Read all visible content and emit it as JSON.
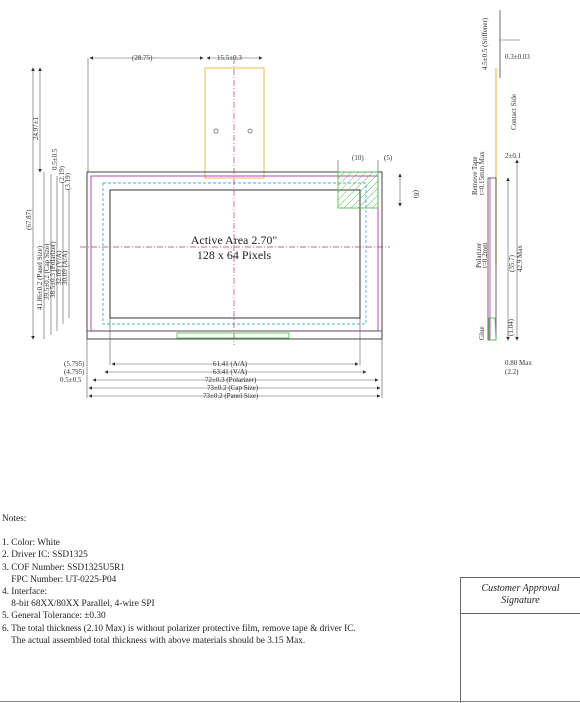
{
  "drawing": {
    "active_area_title": "Active Area 2.70\"",
    "pixels_label": "128 x 64 Pixels",
    "top_dims": {
      "offset": "(28.75)",
      "fpc_width": "15.5±0.3",
      "pad_a": "(10)",
      "pad_b": "(5)",
      "pad_side": "(8)"
    },
    "left_dims": {
      "overall_height": "(67.87)",
      "fpc_length": "24.97±1",
      "gap": "0.5±0.5",
      "edge_a": "(2.19)",
      "edge_b": "(3.19)",
      "panel_size": "41.86±0.2 (Panel Size)",
      "cap_size": "39.5±0.2 (Cap Size)",
      "polarizer": "38.5±0.3 (Polarizer)",
      "va": "32.09 (V/A)",
      "aa": "30.09 (A/A)"
    },
    "bottom_dims": {
      "left_aa": "(5.795)",
      "left_va": "(4.795)",
      "left_pol": "0.5±0.5",
      "aa": "61.41 (A/A)",
      "va": "63.41 (V/A)",
      "pol": "72±0.3 (Polarizer)",
      "cap": "73±0.2 (Cap Size)",
      "panel": "73±0.2 (Panel Size)"
    },
    "side_view": {
      "stiffener": "4.5±0.5 (Stiffener)",
      "fpc_thickness": "0.3±0.03",
      "contact_side": "Contact Side",
      "remove_tape": "Remove Tape",
      "tape_thickness": "t=0.15mm Max",
      "spacing": "2±0.1",
      "polarizer": "Polarizer",
      "polarizer_thickness": "t=0.2mm",
      "inner": "(35.7)",
      "max_length": "42.9 Max",
      "glue": "Glue",
      "glue_dim": "(1.04)",
      "thickness_max": "0.80 Max",
      "total": "(2.2)"
    }
  },
  "notes": {
    "title": "Notes:",
    "lines": [
      "1. Color: White",
      "2. Driver IC: SSD1325",
      "3. COF Number: SSD1325U5R1",
      "    FPC Number: UT-0225-P04",
      "4. Interface:",
      "    8-bit 68XX/80XX Parallel, 4-wire SPI",
      "5. General Tolerance: ±0.30",
      "6. The total thickness (2.10 Max) is without polarizer protective film, remove tape & driver IC.",
      "    The actual assembled total thickness with above materials should be 3.15 Max."
    ]
  },
  "approval": {
    "line1": "Customer Approval",
    "line2": "Signature"
  },
  "colors": {
    "fpc": "#f0b848",
    "polarizer": "#c040c0",
    "viewing_area": "#40b0e0",
    "pad": "#50c050",
    "centerline": "#c03070"
  }
}
